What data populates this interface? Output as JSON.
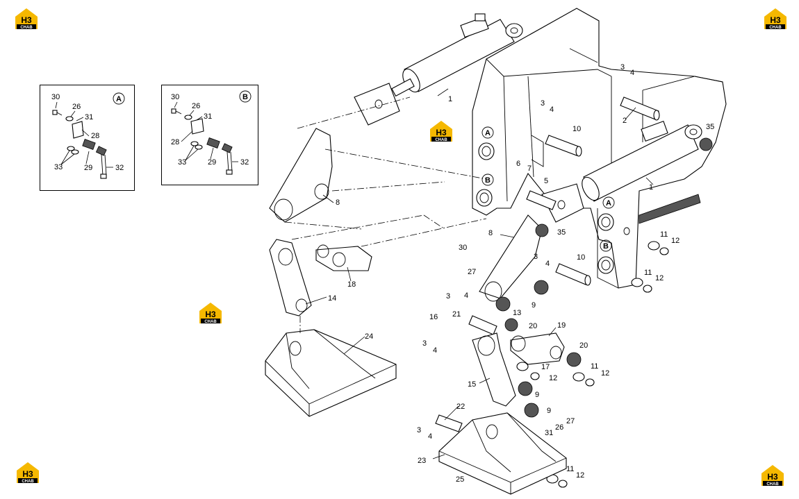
{
  "watermark": {
    "text": "H3",
    "subtext": "CHAB",
    "color": "#f5b800"
  },
  "insets": [
    {
      "letter": "A",
      "labels": [
        "30",
        "26",
        "31",
        "28",
        "33",
        "29",
        "32"
      ]
    },
    {
      "letter": "B",
      "labels": [
        "30",
        "26",
        "31",
        "28",
        "33",
        "29",
        "32"
      ]
    }
  ],
  "callouts": [
    "1",
    "1",
    "2",
    "3",
    "4",
    "3",
    "4",
    "6",
    "7",
    "5",
    "10",
    "35",
    "8",
    "8",
    "35",
    "30",
    "27",
    "3",
    "4",
    "10",
    "11",
    "12",
    "11",
    "12",
    "14",
    "18",
    "9",
    "13",
    "3",
    "4",
    "16",
    "21",
    "20",
    "19",
    "3",
    "4",
    "20",
    "11",
    "12",
    "17",
    "12",
    "15",
    "9",
    "9",
    "22",
    "27",
    "26",
    "31",
    "3",
    "4",
    "23",
    "25",
    "24",
    "11",
    "12"
  ],
  "reference_marks": [
    "A",
    "B",
    "A",
    "B"
  ]
}
